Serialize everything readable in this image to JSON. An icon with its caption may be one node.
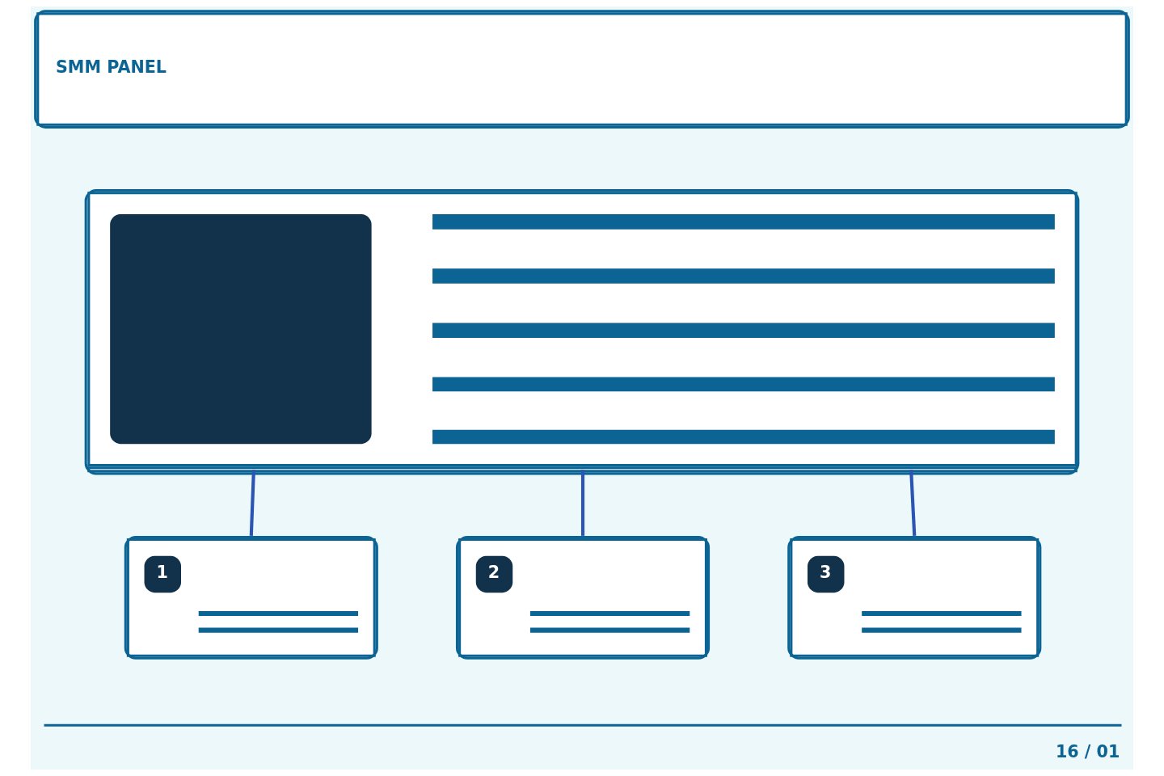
{
  "diagram": {
    "nodes": [
      {
        "text": [
          "SMM PANEL"
        ]
      },
      {
        "text": [],
        "shape": "box"
      },
      {
        "text": [
          "1"
        ]
      },
      {
        "text": [
          "2"
        ]
      },
      {
        "text": [
          "3"
        ]
      }
    ],
    "edges": [
      {
        "from": 1,
        "to": 2,
        "arrow": "none"
      },
      {
        "from": 1,
        "to": 3,
        "arrow": "none"
      },
      {
        "from": 1,
        "to": 4,
        "arrow": "none"
      }
    ],
    "labels": [
      "16 / 01"
    ]
  }
}
